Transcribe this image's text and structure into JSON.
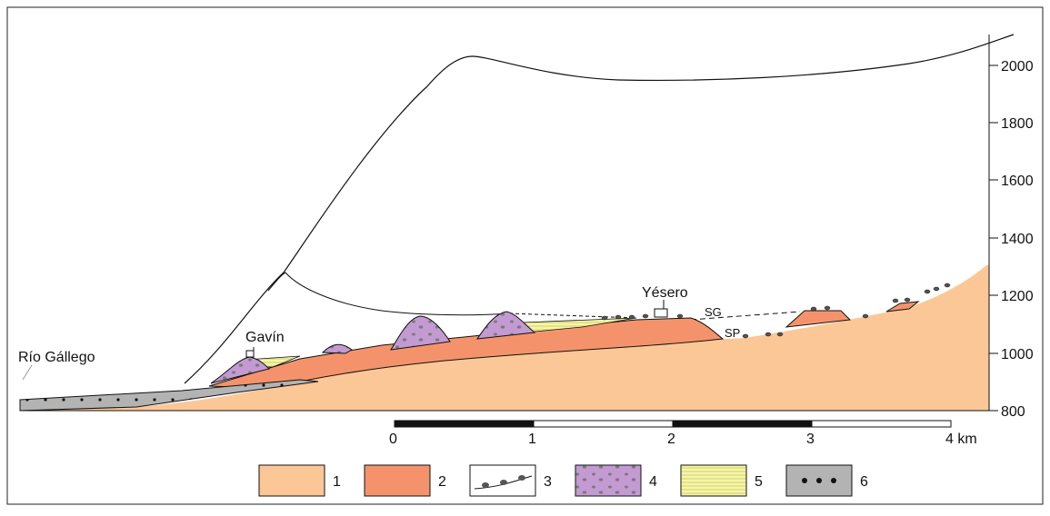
{
  "labels": {
    "river": "Río Gállego",
    "gavin": "Gavín",
    "yesero": "Yésero",
    "sg": "SG",
    "sp": "SP"
  },
  "elevation_axis": {
    "ticks": [
      "2000",
      "1800",
      "1600",
      "1400",
      "1200",
      "1000",
      "800"
    ]
  },
  "scale_bar": {
    "ticks": [
      "0",
      "1",
      "2",
      "3",
      "4 km"
    ]
  },
  "legend": [
    {
      "number": "1",
      "color": "#fcc796",
      "pattern": "solid"
    },
    {
      "number": "2",
      "color": "#f4936b",
      "pattern": "solid"
    },
    {
      "number": "3",
      "color": "#ffffff",
      "pattern": "boulders-on-surface"
    },
    {
      "number": "4",
      "color": "#c39ad2",
      "pattern": "clasts"
    },
    {
      "number": "5",
      "color": "#f5f5a3",
      "pattern": "horizontal-lines"
    },
    {
      "number": "6",
      "color": "#b3b3b3",
      "pattern": "dots"
    }
  ],
  "colors": {
    "unit1": "#fcc796",
    "unit2": "#f4936b",
    "unit4": "#c39ad2",
    "unit5": "#f5f5a3",
    "unit6": "#b3b3b3",
    "line": "#111111"
  }
}
